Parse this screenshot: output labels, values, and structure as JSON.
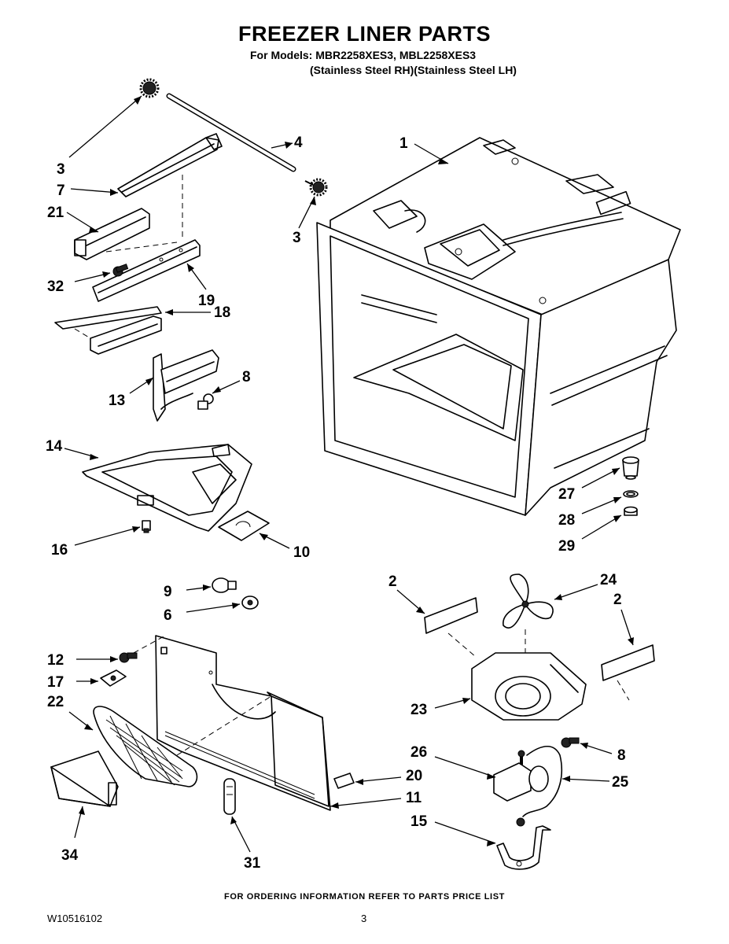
{
  "header": {
    "title": "FREEZER LINER PARTS",
    "models": "For Models: MBR2258XES3, MBL2258XES3",
    "variants": "(Stainless Steel RH)(Stainless Steel LH)"
  },
  "footer": {
    "ordering_note": "FOR ORDERING INFORMATION REFER TO PARTS PRICE LIST",
    "document_number": "W10516102",
    "page_number": "3"
  },
  "callouts": {
    "c1": "1",
    "c2a": "2",
    "c2b": "2",
    "c3a": "3",
    "c3b": "3",
    "c4": "4",
    "c6": "6",
    "c7": "7",
    "c8a": "8",
    "c8b": "8",
    "c9": "9",
    "c10": "10",
    "c11": "11",
    "c12": "12",
    "c13": "13",
    "c14": "14",
    "c15": "15",
    "c16": "16",
    "c17": "17",
    "c18": "18",
    "c19": "19",
    "c20": "20",
    "c21": "21",
    "c22": "22",
    "c23": "23",
    "c24": "24",
    "c25": "25",
    "c26": "26",
    "c27": "27",
    "c28": "28",
    "c29": "29",
    "c31": "31",
    "c32": "32",
    "c34": "34"
  }
}
